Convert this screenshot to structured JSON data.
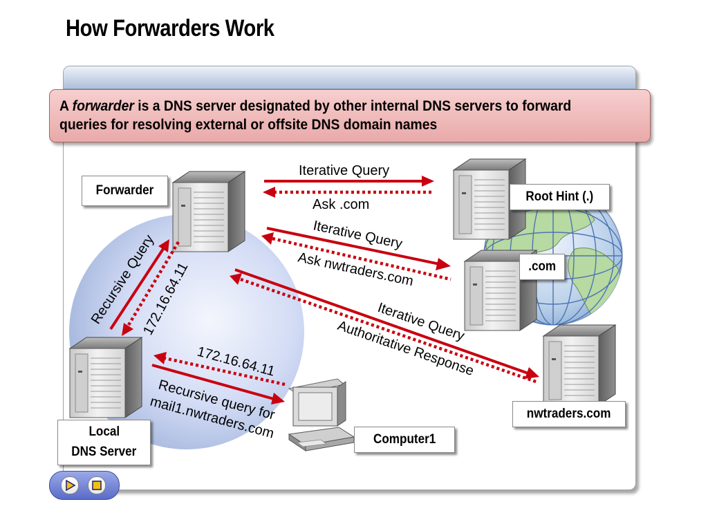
{
  "title": "How Forwarders Work",
  "definition": {
    "prefix": "A ",
    "term": "forwarder",
    "rest": " is a DNS server designated by other internal DNS servers to forward queries for resolving external or offsite DNS domain names"
  },
  "nodes": {
    "forwarder": "Forwarder",
    "root_hint": "Root Hint (.)",
    "com": ".com",
    "nwtraders": "nwtraders.com",
    "local_dns_line1": "Local",
    "local_dns_line2": "DNS Server",
    "computer1": "Computer1"
  },
  "arrows": {
    "root_query": "Iterative Query",
    "root_reply": "Ask .com",
    "com_query": "Iterative Query",
    "com_reply": "Ask nwtraders.com",
    "nw_query": "Iterative Query",
    "nw_reply": "Authoritative Response",
    "recursive_query": "Recursive Query",
    "forwarder_reply_ip": "172.16.64.11",
    "client_reply_ip": "172.16.64.11",
    "client_query_line1": "Recursive query for",
    "client_query_line2": "mail1.nwtraders.com"
  },
  "colors": {
    "arrow": "#c8000f",
    "circle": "#b9c8ef",
    "definition_box": "#f2c0c0",
    "panel_header": "#aebfda"
  },
  "icons": [
    "server-icon",
    "globe-icon",
    "computer-icon",
    "play-icon",
    "stop-icon"
  ]
}
